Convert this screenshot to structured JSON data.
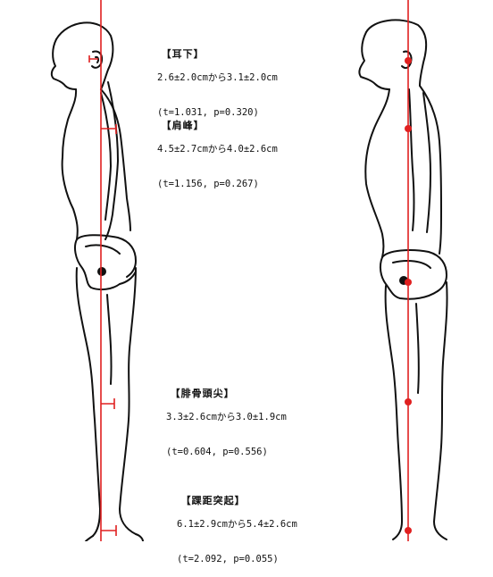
{
  "colors": {
    "plumb_line": "#e02020",
    "outline": "#111111",
    "background": "#ffffff"
  },
  "labels": [
    {
      "title": "【耳下】",
      "values": "2.6±2.0cmから3.1±2.0cm",
      "stats": "(t=1.031, p=0.320)"
    },
    {
      "title": "【肩峰】",
      "values": "4.5±2.7cmから4.0±2.6cm",
      "stats": "(t=1.156, p=0.267)"
    },
    {
      "title": "【腓骨頭尖】",
      "values": "3.3±2.6cmから3.0±1.9cm",
      "stats": "(t=0.604, p=0.556)"
    },
    {
      "title": "【踝距突起】",
      "values": "6.1±2.9cmから5.4±2.6cm",
      "stats": "(t=2.092, p=0.055)"
    }
  ]
}
